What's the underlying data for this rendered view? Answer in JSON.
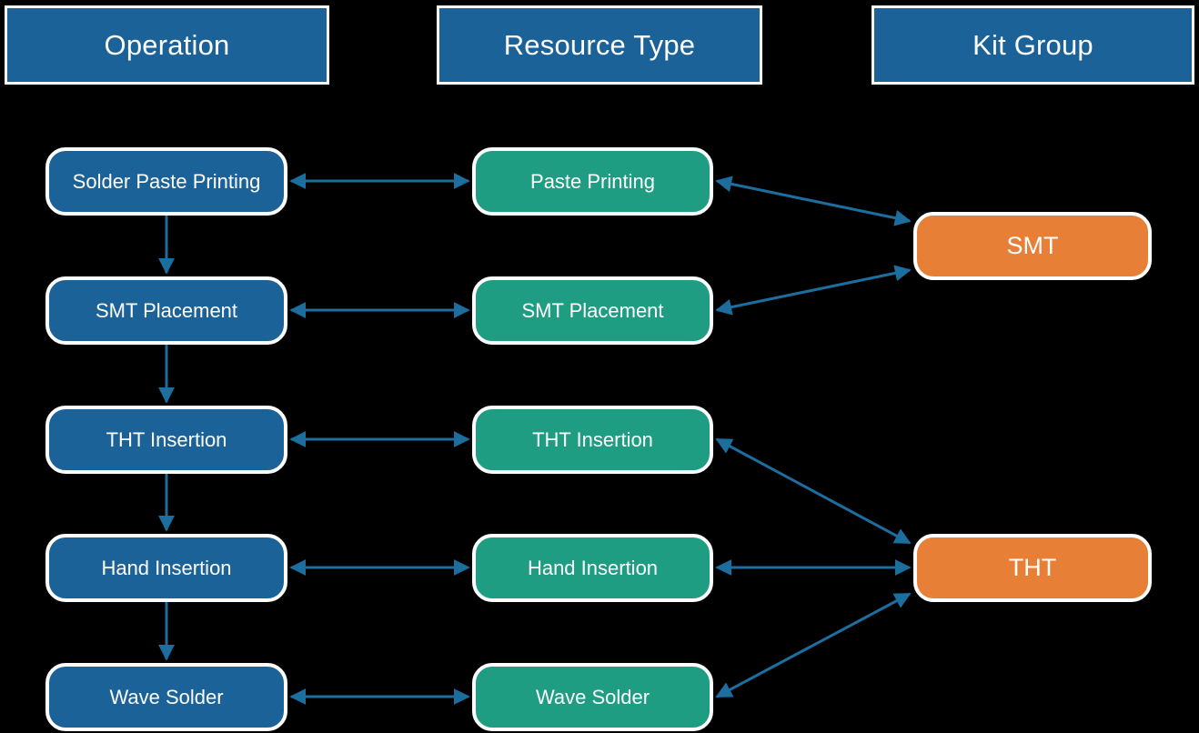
{
  "diagram": {
    "background_color": "#000000",
    "title_row": {
      "columns": [
        {
          "id": "operation",
          "label": "Operation"
        },
        {
          "id": "resource",
          "label": "Resource Type"
        },
        {
          "id": "kit_group",
          "label": "Kit Group"
        }
      ],
      "header_fill": "#1b6298",
      "header_border": "#ffffff",
      "header_text_color": "#ffffff"
    },
    "colors": {
      "operation_node": "#1b6298",
      "resource_node": "#1f9d82",
      "kit_group_node": "#e78036",
      "node_border": "#ffffff",
      "connector": "#1b6e9e",
      "node_text": "#ffffff"
    },
    "columns": {
      "operation": {
        "header": "Operation",
        "nodes": [
          {
            "id": "op-solder-paste-printing",
            "label": "Solder Paste Printing"
          },
          {
            "id": "op-smt-placement",
            "label": "SMT Placement"
          },
          {
            "id": "op-tht-insertion",
            "label": "THT Insertion"
          },
          {
            "id": "op-hand-insertion",
            "label": "Hand Insertion"
          },
          {
            "id": "op-wave-solder",
            "label": "Wave Solder"
          }
        ]
      },
      "resource": {
        "header": "Resource Type",
        "nodes": [
          {
            "id": "rs-paste-printing",
            "label": "Paste Printing"
          },
          {
            "id": "rs-smt-placement",
            "label": "SMT Placement"
          },
          {
            "id": "rs-tht-insertion",
            "label": "THT Insertion"
          },
          {
            "id": "rs-hand-insertion",
            "label": "Hand Insertion"
          },
          {
            "id": "rs-wave-solder",
            "label": "Wave Solder"
          }
        ]
      },
      "kit_group": {
        "header": "Kit Group",
        "nodes": [
          {
            "id": "kg-smt",
            "label": "SMT"
          },
          {
            "id": "kg-tht",
            "label": "THT"
          }
        ]
      }
    },
    "connections": {
      "operation_sequence": [
        {
          "from": "Solder Paste Printing",
          "to": "SMT Placement",
          "style": "arrow-down"
        },
        {
          "from": "SMT Placement",
          "to": "THT Insertion",
          "style": "arrow-down"
        },
        {
          "from": "THT Insertion",
          "to": "Hand Insertion",
          "style": "arrow-down"
        },
        {
          "from": "Hand Insertion",
          "to": "Wave Solder",
          "style": "arrow-down"
        }
      ],
      "operation_to_resource": [
        {
          "from": "Solder Paste Printing",
          "to": "Paste Printing",
          "style": "double-arrow"
        },
        {
          "from": "SMT Placement",
          "to": "SMT Placement",
          "style": "double-arrow"
        },
        {
          "from": "THT Insertion",
          "to": "THT Insertion",
          "style": "double-arrow"
        },
        {
          "from": "Hand Insertion",
          "to": "Hand Insertion",
          "style": "double-arrow"
        },
        {
          "from": "Wave Solder",
          "to": "Wave Solder",
          "style": "double-arrow"
        }
      ],
      "resource_to_kit_group": [
        {
          "from": "Paste Printing",
          "to": "SMT",
          "style": "double-arrow"
        },
        {
          "from": "SMT Placement",
          "to": "SMT",
          "style": "double-arrow"
        },
        {
          "from": "THT Insertion",
          "to": "THT",
          "style": "double-arrow"
        },
        {
          "from": "Hand Insertion",
          "to": "THT",
          "style": "double-arrow"
        },
        {
          "from": "Wave Solder",
          "to": "THT",
          "style": "double-arrow"
        }
      ]
    }
  }
}
